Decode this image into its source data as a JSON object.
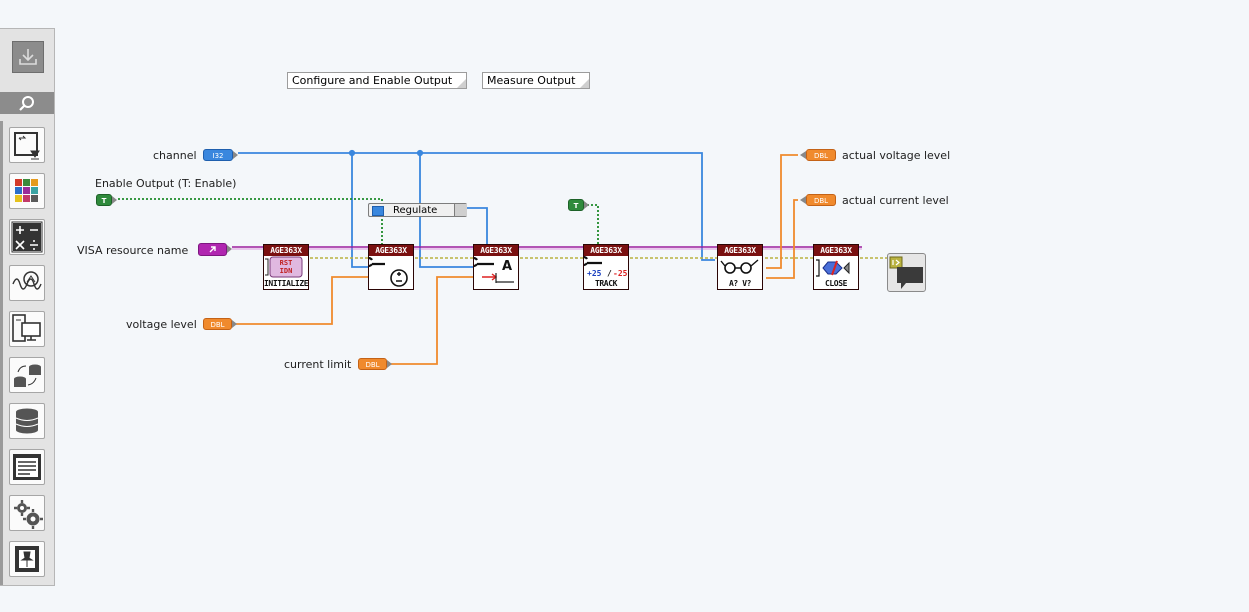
{
  "comments": {
    "configure": "Configure and Enable Output",
    "measure": "Measure Output"
  },
  "controls": {
    "channel": {
      "label": "channel",
      "type": "I32"
    },
    "enable_output": {
      "label": "Enable Output (T: Enable)",
      "type": "T"
    },
    "visa": {
      "label": "VISA resource name"
    },
    "voltage_level": {
      "label": "voltage level",
      "type": "DBL"
    },
    "current_limit": {
      "label": "current limit",
      "type": "DBL"
    },
    "track_const": {
      "type": "T"
    }
  },
  "indicators": {
    "actual_voltage": {
      "label": "actual voltage level",
      "type": "DBL"
    },
    "actual_current": {
      "label": "actual current level",
      "type": "DBL"
    }
  },
  "regulate_ring": {
    "value": "Regulate"
  },
  "subvis": {
    "header": "AGE363X",
    "initialize": {
      "footer": "INITIALIZE",
      "art": [
        "RST",
        "IDN"
      ]
    },
    "configure": {},
    "current_limit": {
      "art": "A"
    },
    "track": {
      "footer": "TRACK",
      "art": [
        "+25",
        "/",
        "-25"
      ]
    },
    "measure": {
      "footer": "A? V?"
    },
    "close": {
      "footer": "CLOSE"
    }
  },
  "colors": {
    "int_wire": "#3a87de",
    "dbl_wire": "#f08a2d",
    "bool_wire": "#1e8a2a",
    "visa_wire": "#9c1f9c",
    "error_wire": "#b9b240",
    "vi_header": "#7a1010"
  }
}
